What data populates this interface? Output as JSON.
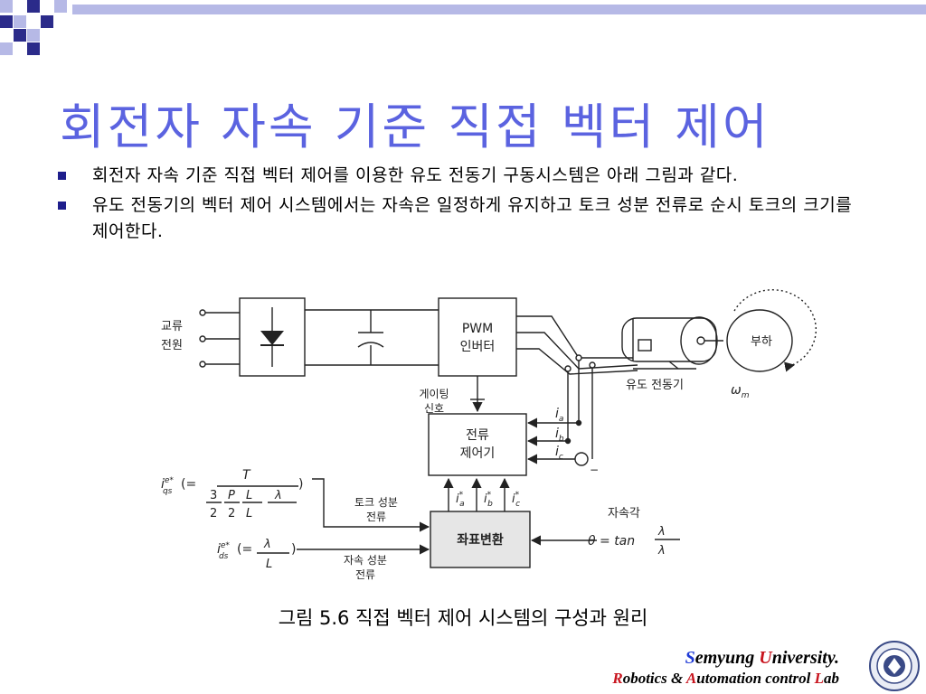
{
  "slide": {
    "title": "회전자 자속 기준 직접 벡터 제어",
    "bullets": [
      "회전자 자속 기준 직접 벡터 제어를 이용한 유도 전동기 구동시스템은 아래 그림과 같다.",
      "유도 전동기의 벡터 제어 시스템에서는 자속은 일정하게 유지하고 토크 성분 전류로 순시 토크의 크기를 제어한다."
    ],
    "caption": "그림 5.6 직접 벡터 제어 시스템의 구성과 원리"
  },
  "diagram": {
    "ac_source_line1": "교류",
    "ac_source_line2": "전원",
    "pwm_line1": "PWM",
    "pwm_line2": "인버터",
    "gating_line1": "게이팅",
    "gating_line2": "신호",
    "controller_line1": "전류",
    "controller_line2": "제어기",
    "transform": "좌표변환",
    "motor": "유도 전동기",
    "load": "부하",
    "omega_label": "ω",
    "omega_sub": "m",
    "flux_angle_label": "자속각",
    "theta_eq": "θ = tan",
    "torque_comp_line1": "토크 성분",
    "torque_comp_line2": "전류",
    "flux_comp_line1": "자속 성분",
    "flux_comp_line2": "전류",
    "iq_lhs": "i",
    "iq_sub": "qs",
    "iq_sup": "e*",
    "id_lhs": "i",
    "id_sub": "ds",
    "id_sup": "e*",
    "frac_3_2": "3",
    "frac_2": "2",
    "frac_p": "P",
    "frac_lm": "L",
    "frac_lr": "L",
    "te": "T",
    "lambda": "λ",
    "ia": "i",
    "ib": "i",
    "ic": "i",
    "sub_a": "a",
    "sub_b": "b",
    "sub_c": "c",
    "star": "*",
    "minus": "−"
  },
  "footer": {
    "university_s": "S",
    "university_1": "emyung ",
    "university_u": "U",
    "university_2": "niversity.",
    "lab_r": "R",
    "lab_1": "obotics & ",
    "lab_a": "A",
    "lab_2": "utomation control ",
    "lab_l": "L",
    "lab_3": "ab"
  },
  "colors": {
    "title": "#5b63e0",
    "bullet": "#1e1e8c",
    "deco_dark": "#2b2b8a",
    "deco_light": "#b6b9e6",
    "footer_blue": "#1f3ad6",
    "footer_red": "#c8141e"
  }
}
